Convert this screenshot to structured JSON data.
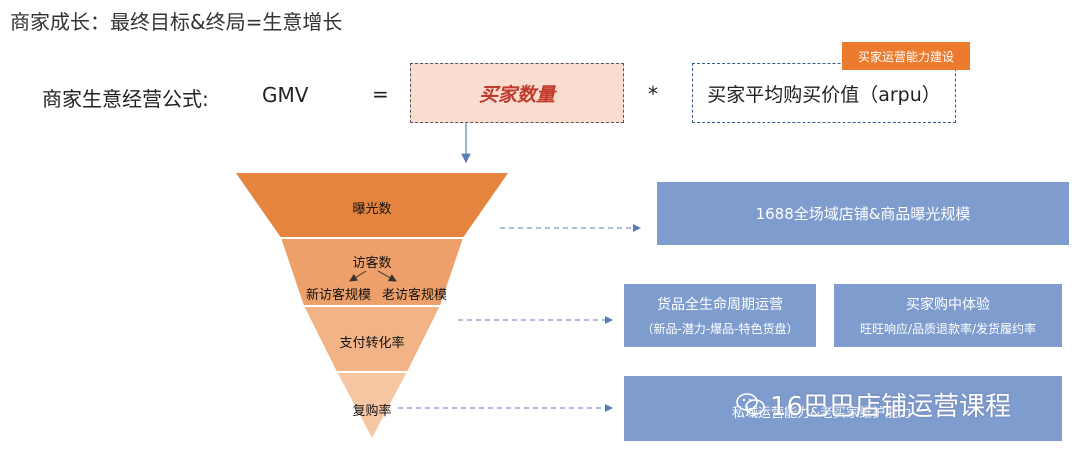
{
  "title": "商家成长：最终目标&终局=生意增长",
  "formula": {
    "label": "商家生意经营公式:",
    "gmv": "GMV",
    "equals": "=",
    "buyer_count": "买家数量",
    "times": "*",
    "arpu": "买家平均购买价值（arpu）",
    "capability_badge": "买家运营能力建设"
  },
  "funnel": {
    "exposure": "曝光数",
    "visitors": "访客数",
    "new_visitors": "新访客规模",
    "old_visitors": "老访客规模",
    "payment_conversion": "支付转化率",
    "repurchase": "复购率"
  },
  "boxes": {
    "exposure_scale": "1688全场域店铺&商品曝光规模",
    "lifecycle_title": "货品全生命周期运营",
    "lifecycle_sub": "（新品-潜力-爆品-特色货盘）",
    "experience_title": "买家购中体验",
    "experience_sub": "旺旺响应/品质退款率/发货履约率",
    "private_domain": "私域运营能力&老买家维护能力"
  },
  "watermark": "16巴巴店铺运营课程",
  "colors": {
    "funnel_top": "#e5843f",
    "funnel_mid": "#eea06a",
    "funnel_low": "#f2b386",
    "funnel_bottom": "#f6c6a3",
    "box_blue": "#7f9ccf",
    "badge_orange": "#ec7b2f",
    "accent_red": "#c0392b"
  }
}
